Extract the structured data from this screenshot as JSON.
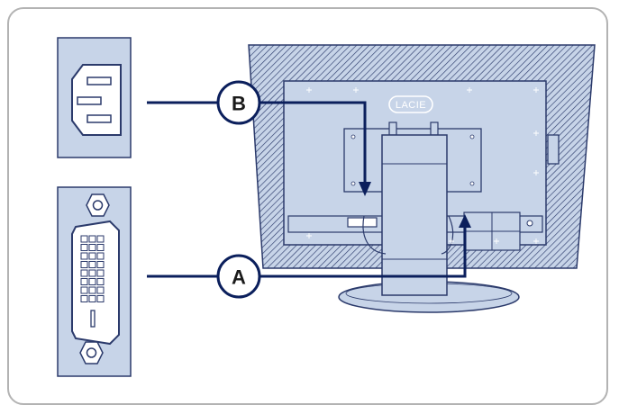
{
  "brand": {
    "logo_text": "LACIE"
  },
  "callouts": {
    "b": {
      "label": "B"
    },
    "a": {
      "label": "A"
    }
  },
  "colors": {
    "panel_fill": "#c7d4e8",
    "outline": "#2b3a6b",
    "connector_line": "#0b1f5c",
    "frame_border": "#b3b3b3"
  }
}
